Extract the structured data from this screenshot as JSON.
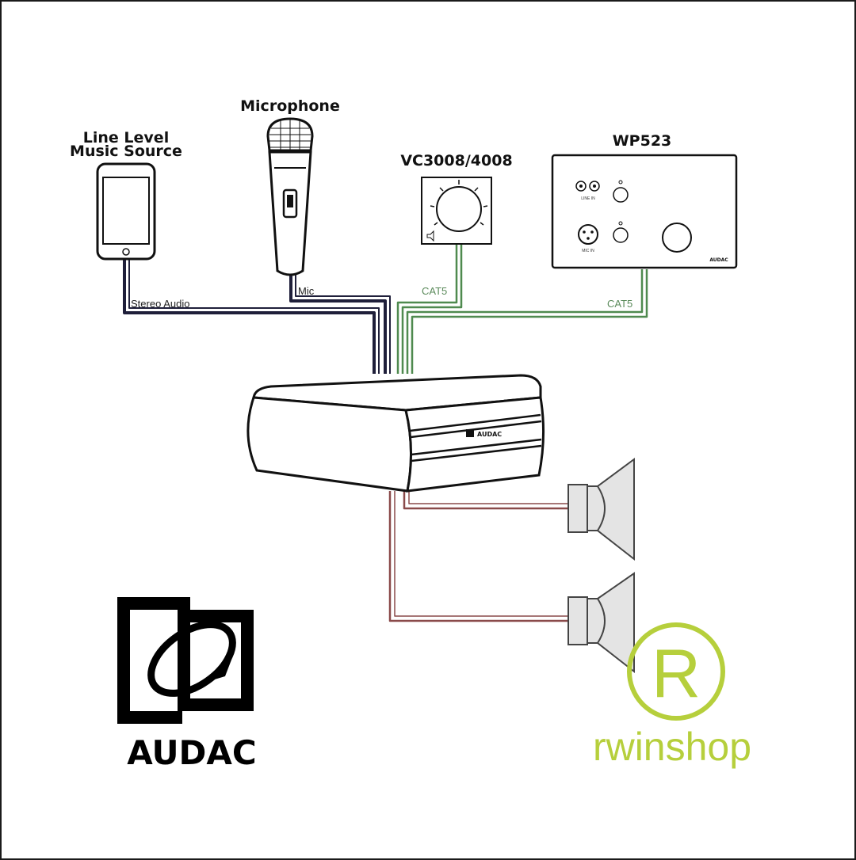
{
  "labels": {
    "line_level_1": "Line Level",
    "line_level_2": "Music Source",
    "microphone": "Microphone",
    "vc_model": "VC3008/4008",
    "wp_model": "WP523",
    "cable_stereo": "Stereo Audio",
    "cable_mic": "Mic",
    "cable_cat5_a": "CAT5",
    "cable_cat5_b": "CAT5",
    "amp_brand": "AUDAC",
    "wp_brand": "AUDAC",
    "wp_jack_label": "LINE IN",
    "wp_xlr_label": "MIC IN"
  },
  "logo": {
    "text": "AUDAC"
  },
  "watermark": {
    "letter": "R",
    "text": "rwinshop"
  },
  "colors": {
    "audio_cable": "#1f1f3a",
    "cat5_cable": "#4f8a4f",
    "speaker_cable": "#8a4a4a",
    "watermark": "#b6cf3c"
  }
}
